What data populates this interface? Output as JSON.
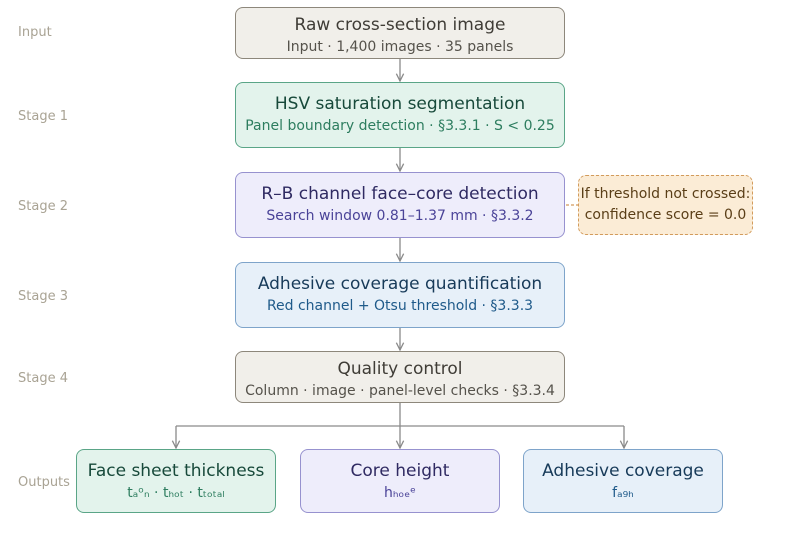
{
  "stages": {
    "input": "Input",
    "stage1": "Stage 1",
    "stage2": "Stage 2",
    "stage3": "Stage 3",
    "stage4": "Stage 4",
    "outputs": "Outputs"
  },
  "boxes": {
    "raw": {
      "title": "Raw cross-section image",
      "sub": "Input · 1,400 images · 35 panels"
    },
    "hsv": {
      "title": "HSV saturation segmentation",
      "sub": "Panel boundary detection · §3.3.1 · S < 0.25"
    },
    "rb": {
      "title": "R–B channel face–core detection",
      "sub": "Search window 0.81–1.37 mm · §3.3.2"
    },
    "adhesive": {
      "title": "Adhesive coverage quantification",
      "sub": "Red channel + Otsu threshold · §3.3.3"
    },
    "qc": {
      "title": "Quality control",
      "sub": "Column · image · panel-level checks · §3.3.4"
    }
  },
  "note": {
    "line1": "If threshold not crossed:",
    "line2": "confidence score = 0.0"
  },
  "outputs": {
    "face": {
      "title": "Face sheet thickness",
      "sub": "tₐᵒₙ · tₕₒₜ · tₜₒₜₐₗ"
    },
    "core": {
      "title": "Core height",
      "sub": "hₕₒₑᵉ"
    },
    "coverage": {
      "title": "Adhesive coverage",
      "sub": "fₐ₉ₕ"
    }
  },
  "colors": {
    "arrow": "#8a8a8a",
    "dashed_link": "#d29b5c"
  }
}
